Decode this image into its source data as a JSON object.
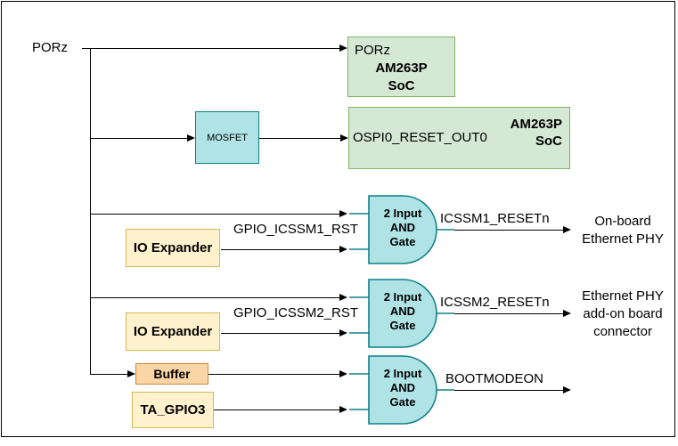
{
  "colors": {
    "green_fill": "#d5e8d4",
    "green_stroke": "#82b366",
    "teal_fill": "#b0e3e6",
    "teal_stroke": "#0e8088",
    "yellow_fill": "#fff2cc",
    "yellow_stroke": "#d6b656",
    "orange_fill": "#fbd5a6",
    "orange_stroke": "#c98a3c",
    "wire": "#000000",
    "background": "#ffffff"
  },
  "diagram": {
    "input_label": "PORz",
    "soc_top": {
      "pin": "PORz",
      "chip_line1": "AM263P",
      "chip_line2": "SoC"
    },
    "soc_ospi": {
      "pin": "OSPI0_RESET_OUT0",
      "chip_line1": "AM263P",
      "chip_line2": "SoC"
    },
    "mosfet_label": "MOSFET",
    "io_expander1_label": "IO Expander",
    "io_expander2_label": "IO Expander",
    "buffer_label": "Buffer",
    "ta_gpio3_label": "TA_GPIO3",
    "gate_label": {
      "line1": "2 Input",
      "line2": "AND",
      "line3": "Gate"
    },
    "signals": {
      "gpio_icssm1_rst": "GPIO_ICSSM1_RST",
      "gpio_icssm2_rst": "GPIO_ICSSM2_RST",
      "icssm1_resetn": "ICSSM1_RESETn",
      "icssm2_resetn": "ICSSM2_RESETn",
      "bootmodeon": "BOOTMODEON"
    },
    "destinations": {
      "onboard_phy": {
        "line1": "On-board",
        "line2": "Ethernet PHY"
      },
      "addon_phy": {
        "line1": "Ethernet PHY",
        "line2": "add-on board",
        "line3": "connector"
      }
    }
  }
}
